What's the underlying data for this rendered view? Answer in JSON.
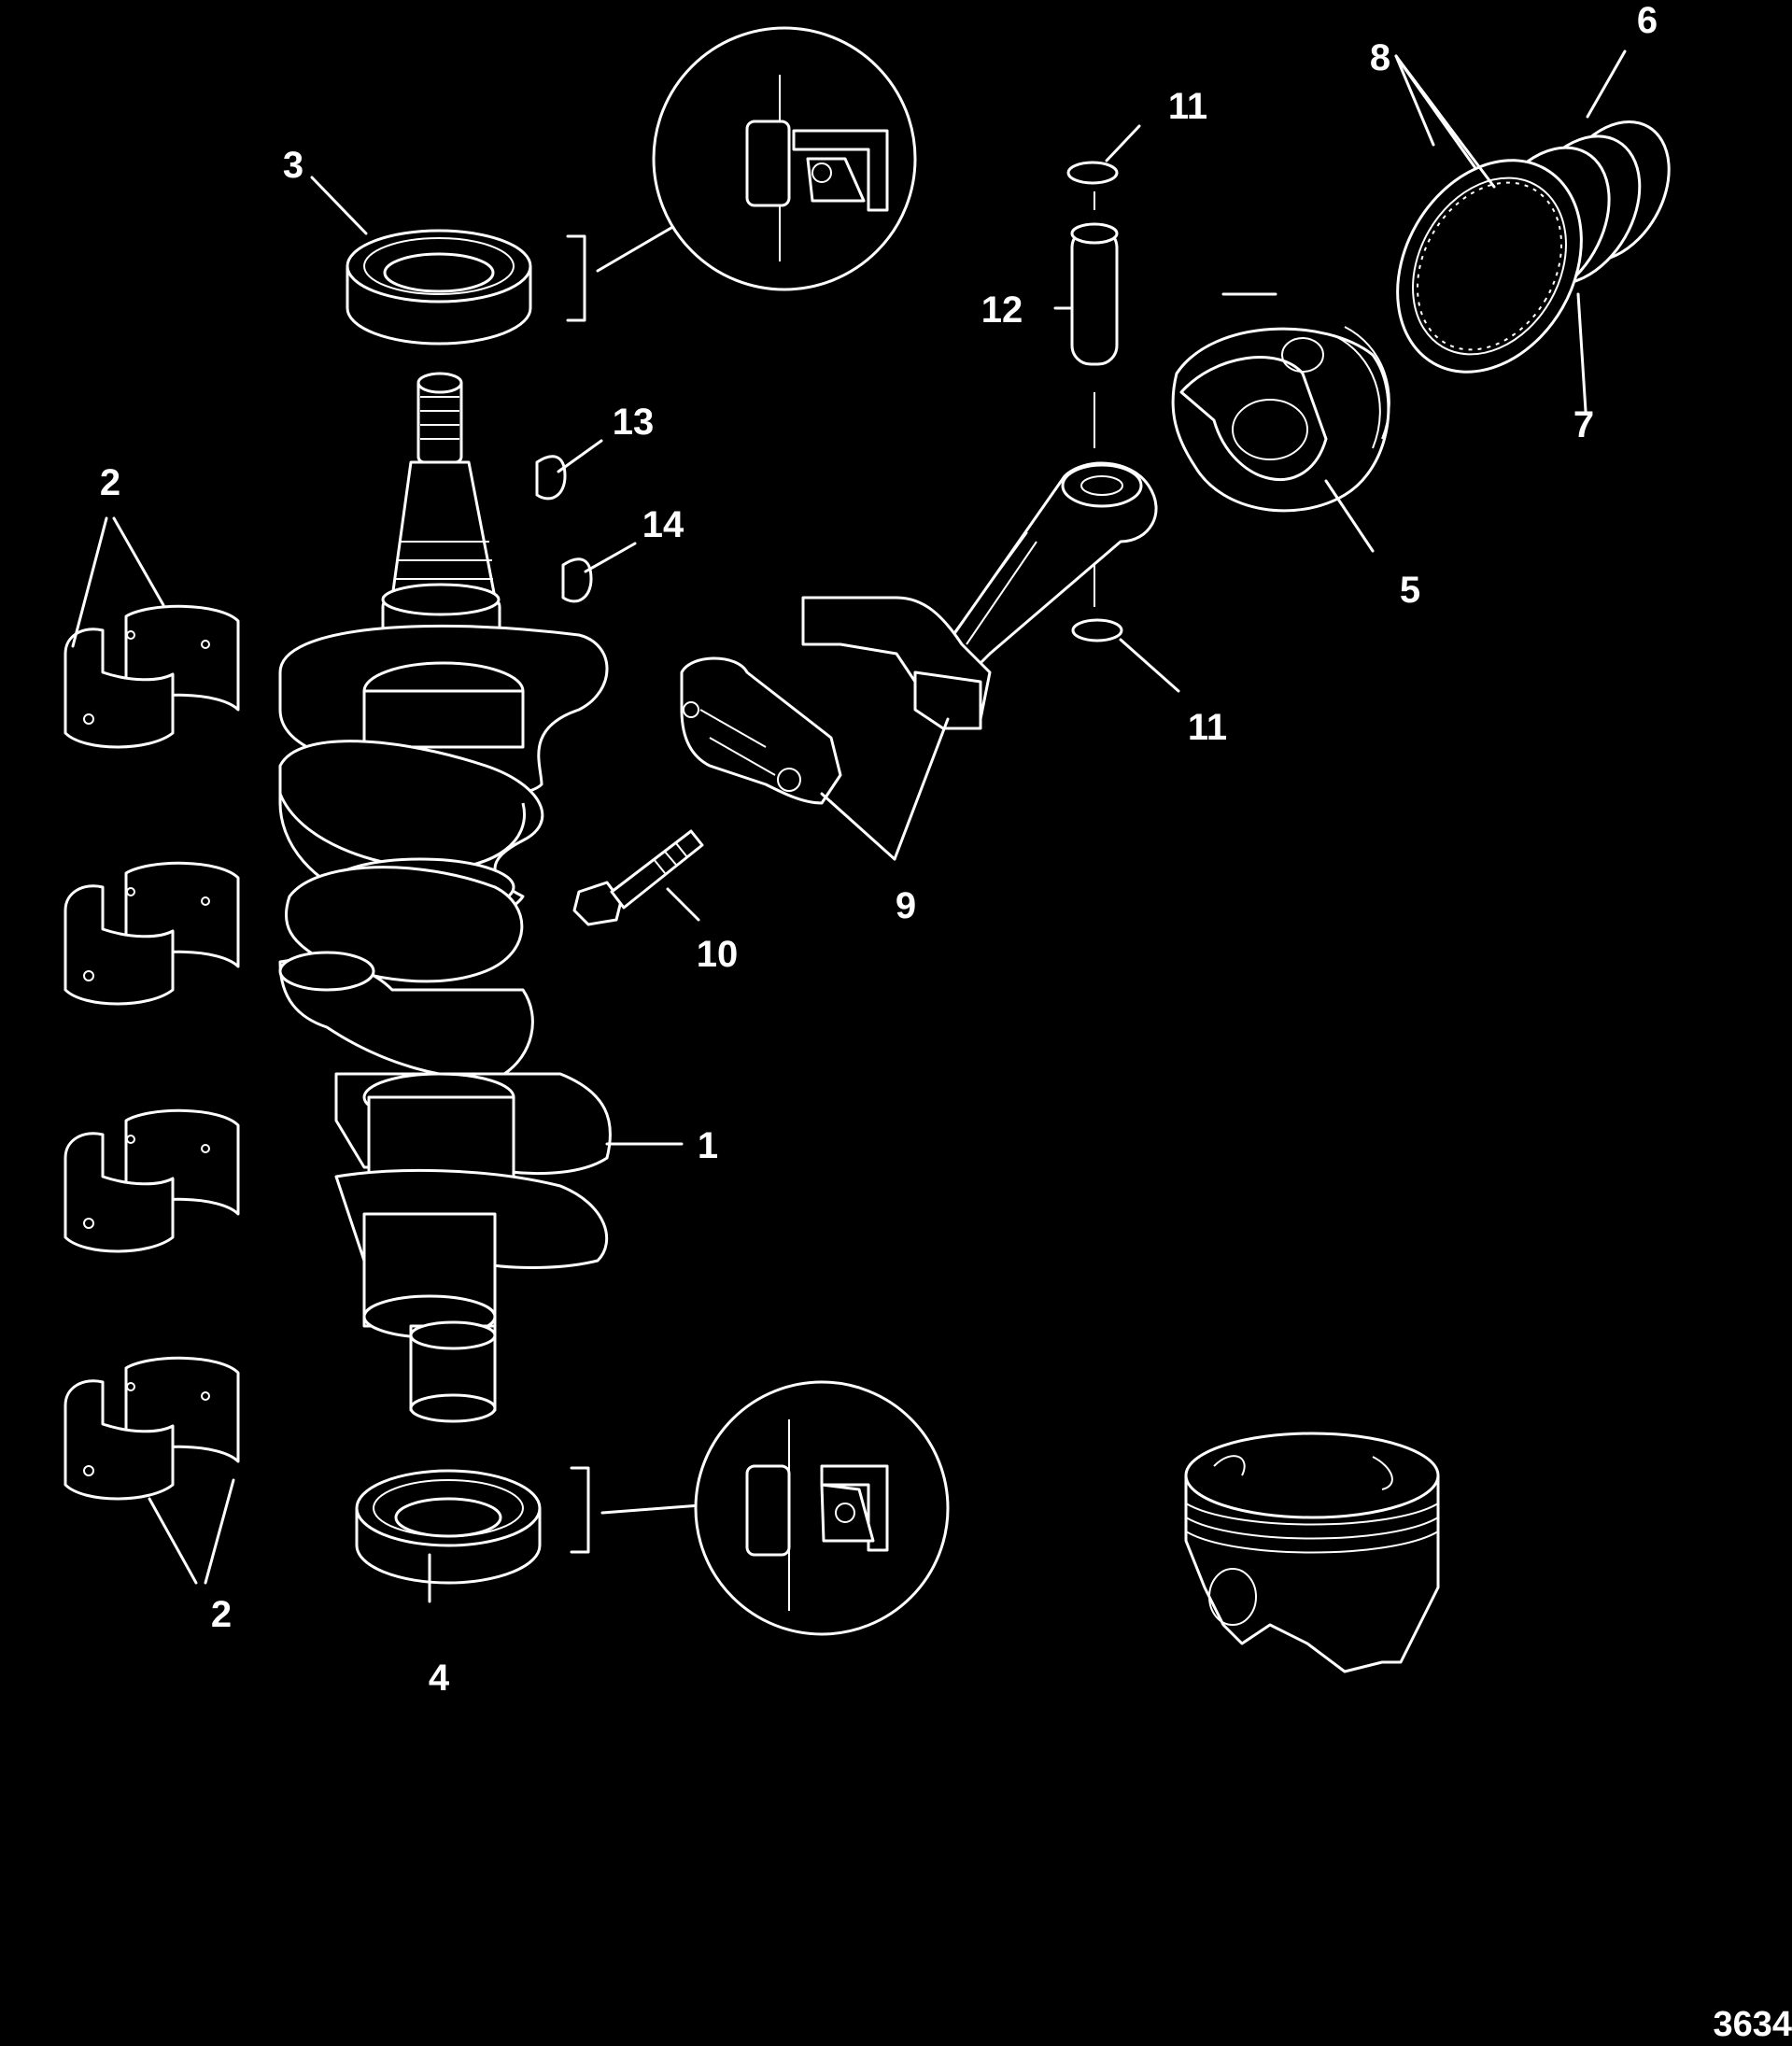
{
  "figure_id": "3634",
  "callouts": [
    {
      "label": "1"
    },
    {
      "label": "2"
    },
    {
      "label": "2"
    },
    {
      "label": "3"
    },
    {
      "label": "4"
    },
    {
      "label": "5"
    },
    {
      "label": "6"
    },
    {
      "label": "7"
    },
    {
      "label": "8"
    },
    {
      "label": "9"
    },
    {
      "label": "10"
    },
    {
      "label": "11"
    },
    {
      "label": "11"
    },
    {
      "label": "12"
    },
    {
      "label": "13"
    },
    {
      "label": "14"
    }
  ]
}
